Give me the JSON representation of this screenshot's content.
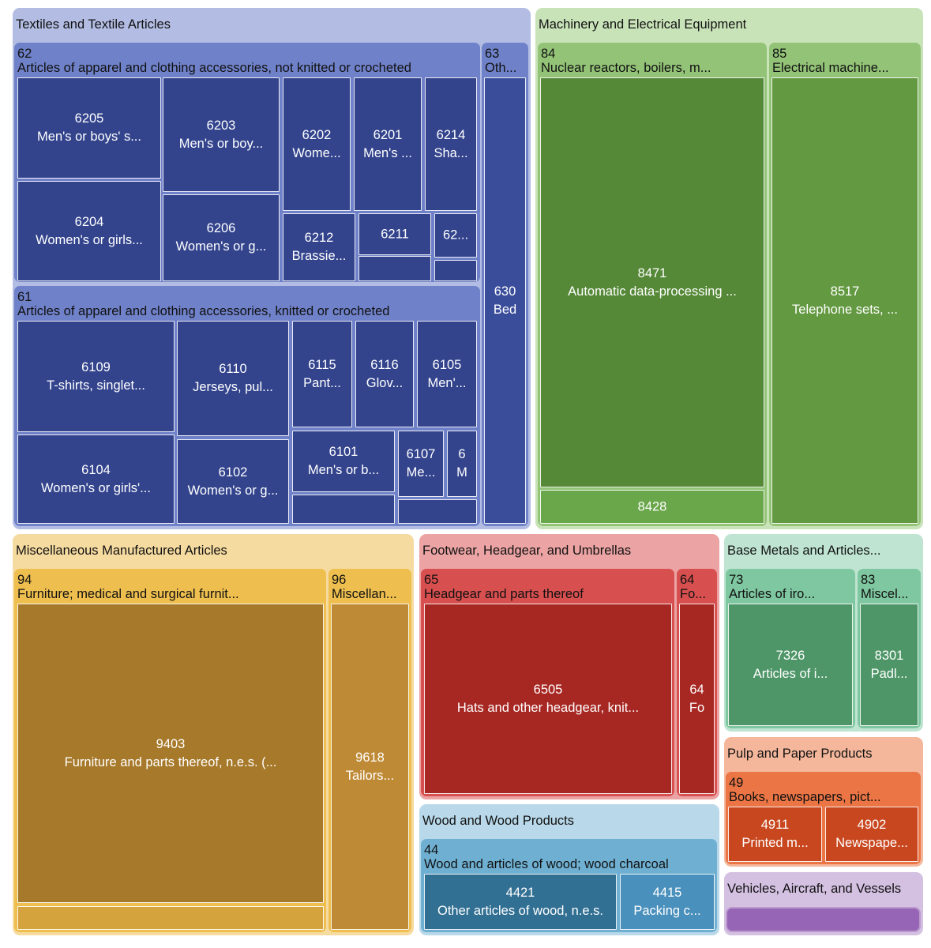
{
  "chart_data": {
    "type": "treemap",
    "title": "",
    "sections": [
      {
        "name": "Textiles and Textile Articles",
        "color": "#b3bde3",
        "chapters": [
          {
            "code": "62",
            "name": "Articles of apparel and clothing accessories, not knitted or crocheted",
            "color": "#6f81c9",
            "products": [
              {
                "code": "6205",
                "name": "Men's or boys' s..."
              },
              {
                "code": "6204",
                "name": "Women's or girls..."
              },
              {
                "code": "6203",
                "name": "Men's or boy..."
              },
              {
                "code": "6206",
                "name": "Women's or g..."
              },
              {
                "code": "6202",
                "name": "Wome..."
              },
              {
                "code": "6201",
                "name": "Men's ..."
              },
              {
                "code": "6214",
                "name": "Sha..."
              },
              {
                "code": "6212",
                "name": "Brassie..."
              },
              {
                "code": "6211",
                "name": ""
              },
              {
                "code": "62...",
                "name": ""
              },
              {
                "code": "",
                "name": ""
              },
              {
                "code": "",
                "name": ""
              }
            ]
          },
          {
            "code": "61",
            "name": "Articles of apparel and clothing accessories, knitted or crocheted",
            "color": "#6f81c9",
            "products": [
              {
                "code": "6109",
                "name": "T-shirts, singlet..."
              },
              {
                "code": "6104",
                "name": "Women's or girls'..."
              },
              {
                "code": "6110",
                "name": "Jerseys, pul..."
              },
              {
                "code": "6102",
                "name": "Women's or g..."
              },
              {
                "code": "6115",
                "name": "Pant..."
              },
              {
                "code": "6116",
                "name": "Glov..."
              },
              {
                "code": "6105",
                "name": "Men'..."
              },
              {
                "code": "6101",
                "name": "Men's or b..."
              },
              {
                "code": "6107",
                "name": "Me..."
              },
              {
                "code": "6",
                "name": "M"
              },
              {
                "code": "",
                "name": ""
              },
              {
                "code": "",
                "name": ""
              }
            ]
          },
          {
            "code": "63",
            "name": "Oth...",
            "color": "#6f81c9",
            "products": [
              {
                "code": "630",
                "name": "Bed"
              }
            ]
          }
        ]
      },
      {
        "name": "Machinery and Electrical Equipment",
        "color": "#c9e3b9",
        "chapters": [
          {
            "code": "84",
            "name": "Nuclear reactors, boilers, m...",
            "color": "#93c377",
            "products": [
              {
                "code": "8471",
                "name": "Automatic data-processing ..."
              },
              {
                "code": "8428",
                "name": ""
              }
            ]
          },
          {
            "code": "85",
            "name": "Electrical machine...",
            "color": "#93c377",
            "products": [
              {
                "code": "8517",
                "name": "Telephone sets, ..."
              }
            ]
          }
        ]
      },
      {
        "name": "Miscellaneous Manufactured Articles",
        "color": "#f6dba0",
        "chapters": [
          {
            "code": "94",
            "name": "Furniture; medical and surgical furnit...",
            "color": "#eebf4f",
            "products": [
              {
                "code": "9403",
                "name": "Furniture and parts thereof, n.e.s. (..."
              },
              {
                "code": "",
                "name": ""
              }
            ]
          },
          {
            "code": "96",
            "name": "Miscellan...",
            "color": "#eebf4f",
            "products": [
              {
                "code": "9618",
                "name": "Tailors..."
              }
            ]
          }
        ]
      },
      {
        "name": "Footwear, Headgear, and Umbrellas",
        "color": "#eba3a3",
        "chapters": [
          {
            "code": "65",
            "name": "Headgear and parts thereof",
            "color": "#d84f4f",
            "products": [
              {
                "code": "6505",
                "name": "Hats and other headgear, knit..."
              }
            ]
          },
          {
            "code": "64",
            "name": "Fo...",
            "color": "#d84f4f",
            "products": [
              {
                "code": "64",
                "name": "Fo"
              }
            ]
          }
        ]
      },
      {
        "name": "Base Metals and Articles...",
        "color": "#bfe5d2",
        "chapters": [
          {
            "code": "73",
            "name": "Articles of iro...",
            "color": "#7fc7a0",
            "products": [
              {
                "code": "7326",
                "name": "Articles of i..."
              }
            ]
          },
          {
            "code": "83",
            "name": "Miscel...",
            "color": "#7fc7a0",
            "products": [
              {
                "code": "8301",
                "name": "Padl..."
              }
            ]
          }
        ]
      },
      {
        "name": "Pulp and Paper Products",
        "color": "#f4b79c",
        "chapters": [
          {
            "code": "49",
            "name": "Books, newspapers, pict...",
            "color": "#eb7545",
            "products": [
              {
                "code": "4911",
                "name": "Printed m..."
              },
              {
                "code": "4902",
                "name": "Newspape..."
              }
            ]
          }
        ]
      },
      {
        "name": "Wood and Wood Products",
        "color": "#b9d9ea",
        "chapters": [
          {
            "code": "44",
            "name": "Wood and articles of wood; wood charcoal",
            "color": "#6fb0d2",
            "products": [
              {
                "code": "4421",
                "name": "Other articles of wood, n.e.s."
              },
              {
                "code": "4415",
                "name": "Packing c..."
              }
            ]
          }
        ]
      },
      {
        "name": "Vehicles, Aircraft, and Vessels",
        "color": "#d4c1e2",
        "chapters": [
          {
            "code": "",
            "name": "",
            "color": "#9765b5",
            "products": []
          }
        ]
      }
    ],
    "product_colors": {
      "62": "#33448d",
      "61": "#33448d",
      "63": "#3a4d9a",
      "84a": "#558937",
      "84b": "#6aa64a",
      "85": "#639941",
      "94a": "#a7792a",
      "94b": "#d4a33d",
      "96": "#bf8a35",
      "65": "#a72823",
      "64": "#a72823",
      "73": "#4e9668",
      "83": "#4e9668",
      "49": "#c8471f",
      "44a": "#316f93",
      "44b": "#4a90bc",
      "vehicles": "#9765b5"
    }
  }
}
